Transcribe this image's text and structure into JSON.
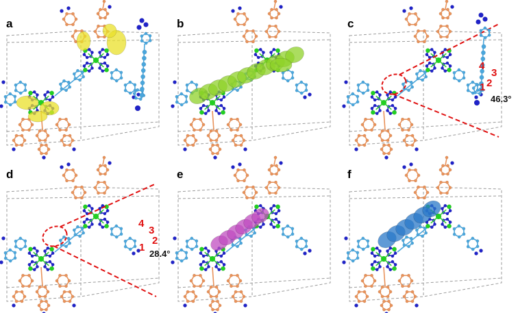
{
  "panels": [
    {
      "label": "a",
      "surface": "yellow-lobes"
    },
    {
      "label": "b",
      "surface": "green-continuous"
    },
    {
      "label": "c",
      "surface": "none",
      "inset": {
        "numbers": [
          "1",
          "2",
          "3",
          "4"
        ],
        "angle": "46.3°"
      }
    },
    {
      "label": "d",
      "surface": "none",
      "inset": {
        "numbers": [
          "1",
          "2",
          "3",
          "4"
        ],
        "angle": "28.4°"
      }
    },
    {
      "label": "e",
      "surface": "magenta-linker"
    },
    {
      "label": "f",
      "surface": "blue-linker"
    }
  ],
  "colors": {
    "orange_ring": "#e8925a",
    "light_blue_ring": "#4aa6dc",
    "dark_blue": "#1f22c8",
    "green_atom": "#22d022",
    "yellow_surface": "#e9e02a",
    "green_surface": "#8fd12a",
    "magenta_surface": "#c04ec0",
    "blue_surface": "#2a78c8",
    "cell_box": "#9a9a9a",
    "annotation_red": "#e01010"
  }
}
